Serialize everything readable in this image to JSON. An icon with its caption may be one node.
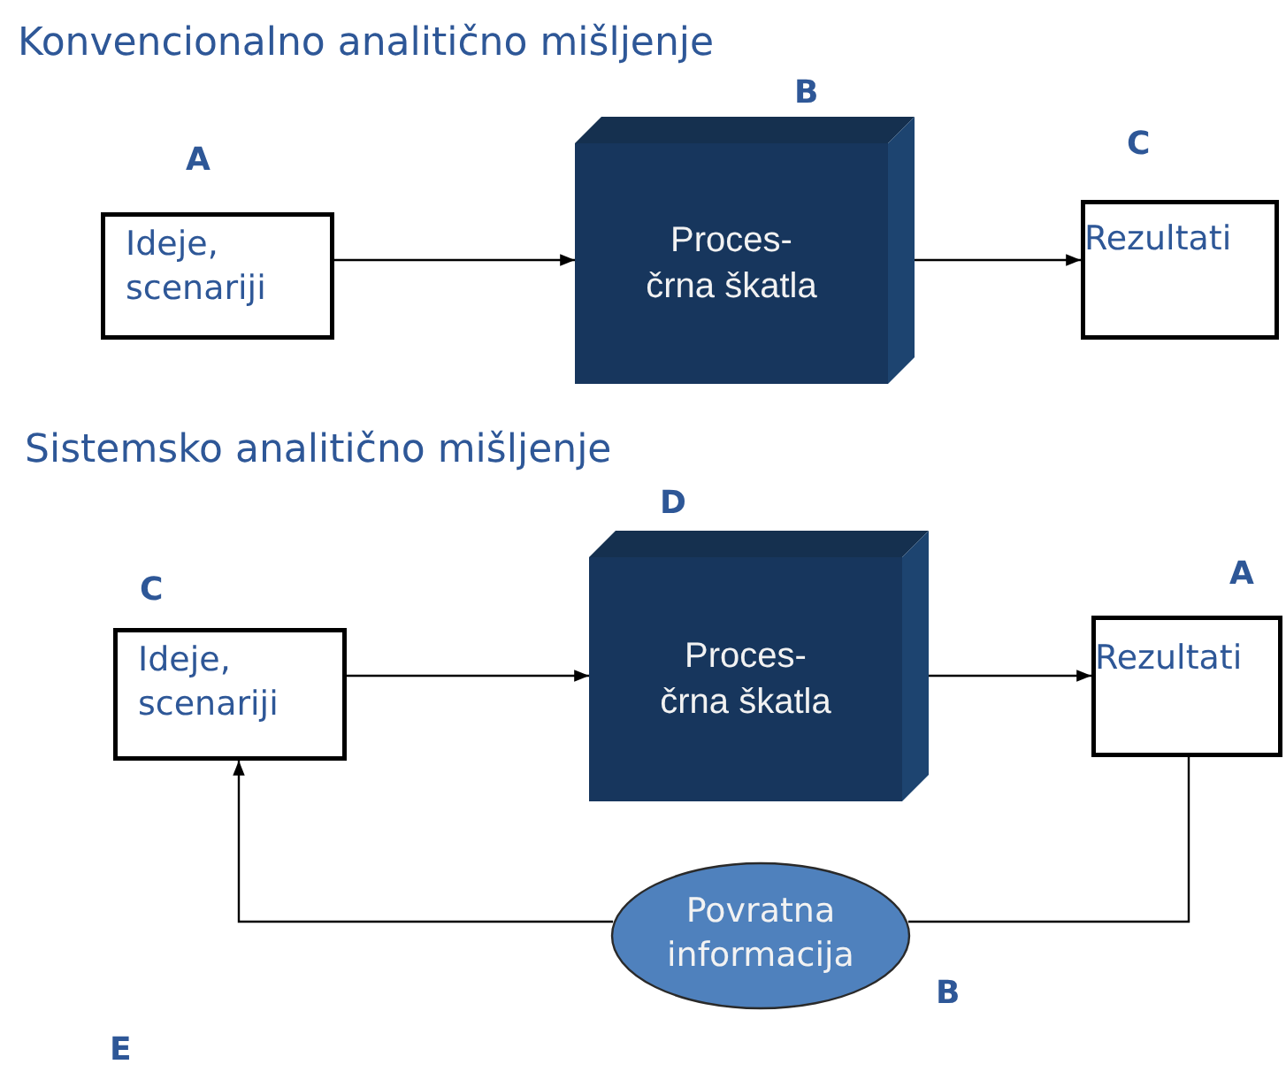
{
  "diagram": {
    "nodes": [
      {
        "text": [
          "Ideje, scenariji"
        ],
        "beside": [
          "A"
        ]
      },
      {
        "text": [
          "Proces- črna škatla"
        ],
        "beside": [
          "B"
        ]
      },
      {
        "text": [
          "Rezultati"
        ],
        "beside": [
          "C"
        ]
      },
      {
        "text": [
          "Ideje, scenariji"
        ],
        "beside": [
          "C"
        ]
      },
      {
        "text": [
          "Proces- črna škatla"
        ],
        "beside": [
          "D"
        ]
      },
      {
        "text": [
          "Rezultati"
        ],
        "beside": [
          "A"
        ]
      },
      {
        "text": [
          "Povratna informacija"
        ],
        "beside": [
          "B"
        ]
      }
    ],
    "edges": [
      {
        "from": 0,
        "to": 1,
        "arrow": "to"
      },
      {
        "from": 1,
        "to": 2,
        "arrow": "to"
      },
      {
        "from": 3,
        "to": 4,
        "arrow": "to"
      },
      {
        "from": 4,
        "to": 5,
        "arrow": "to"
      },
      {
        "from": 5,
        "to": 6,
        "arrow": "none"
      },
      {
        "from": 6,
        "to": 3,
        "arrow": "to"
      }
    ],
    "labels": [
      "Konvencionalno analitično mišljenje",
      "Sistemsko  analitično mišljenje",
      "E"
    ]
  }
}
